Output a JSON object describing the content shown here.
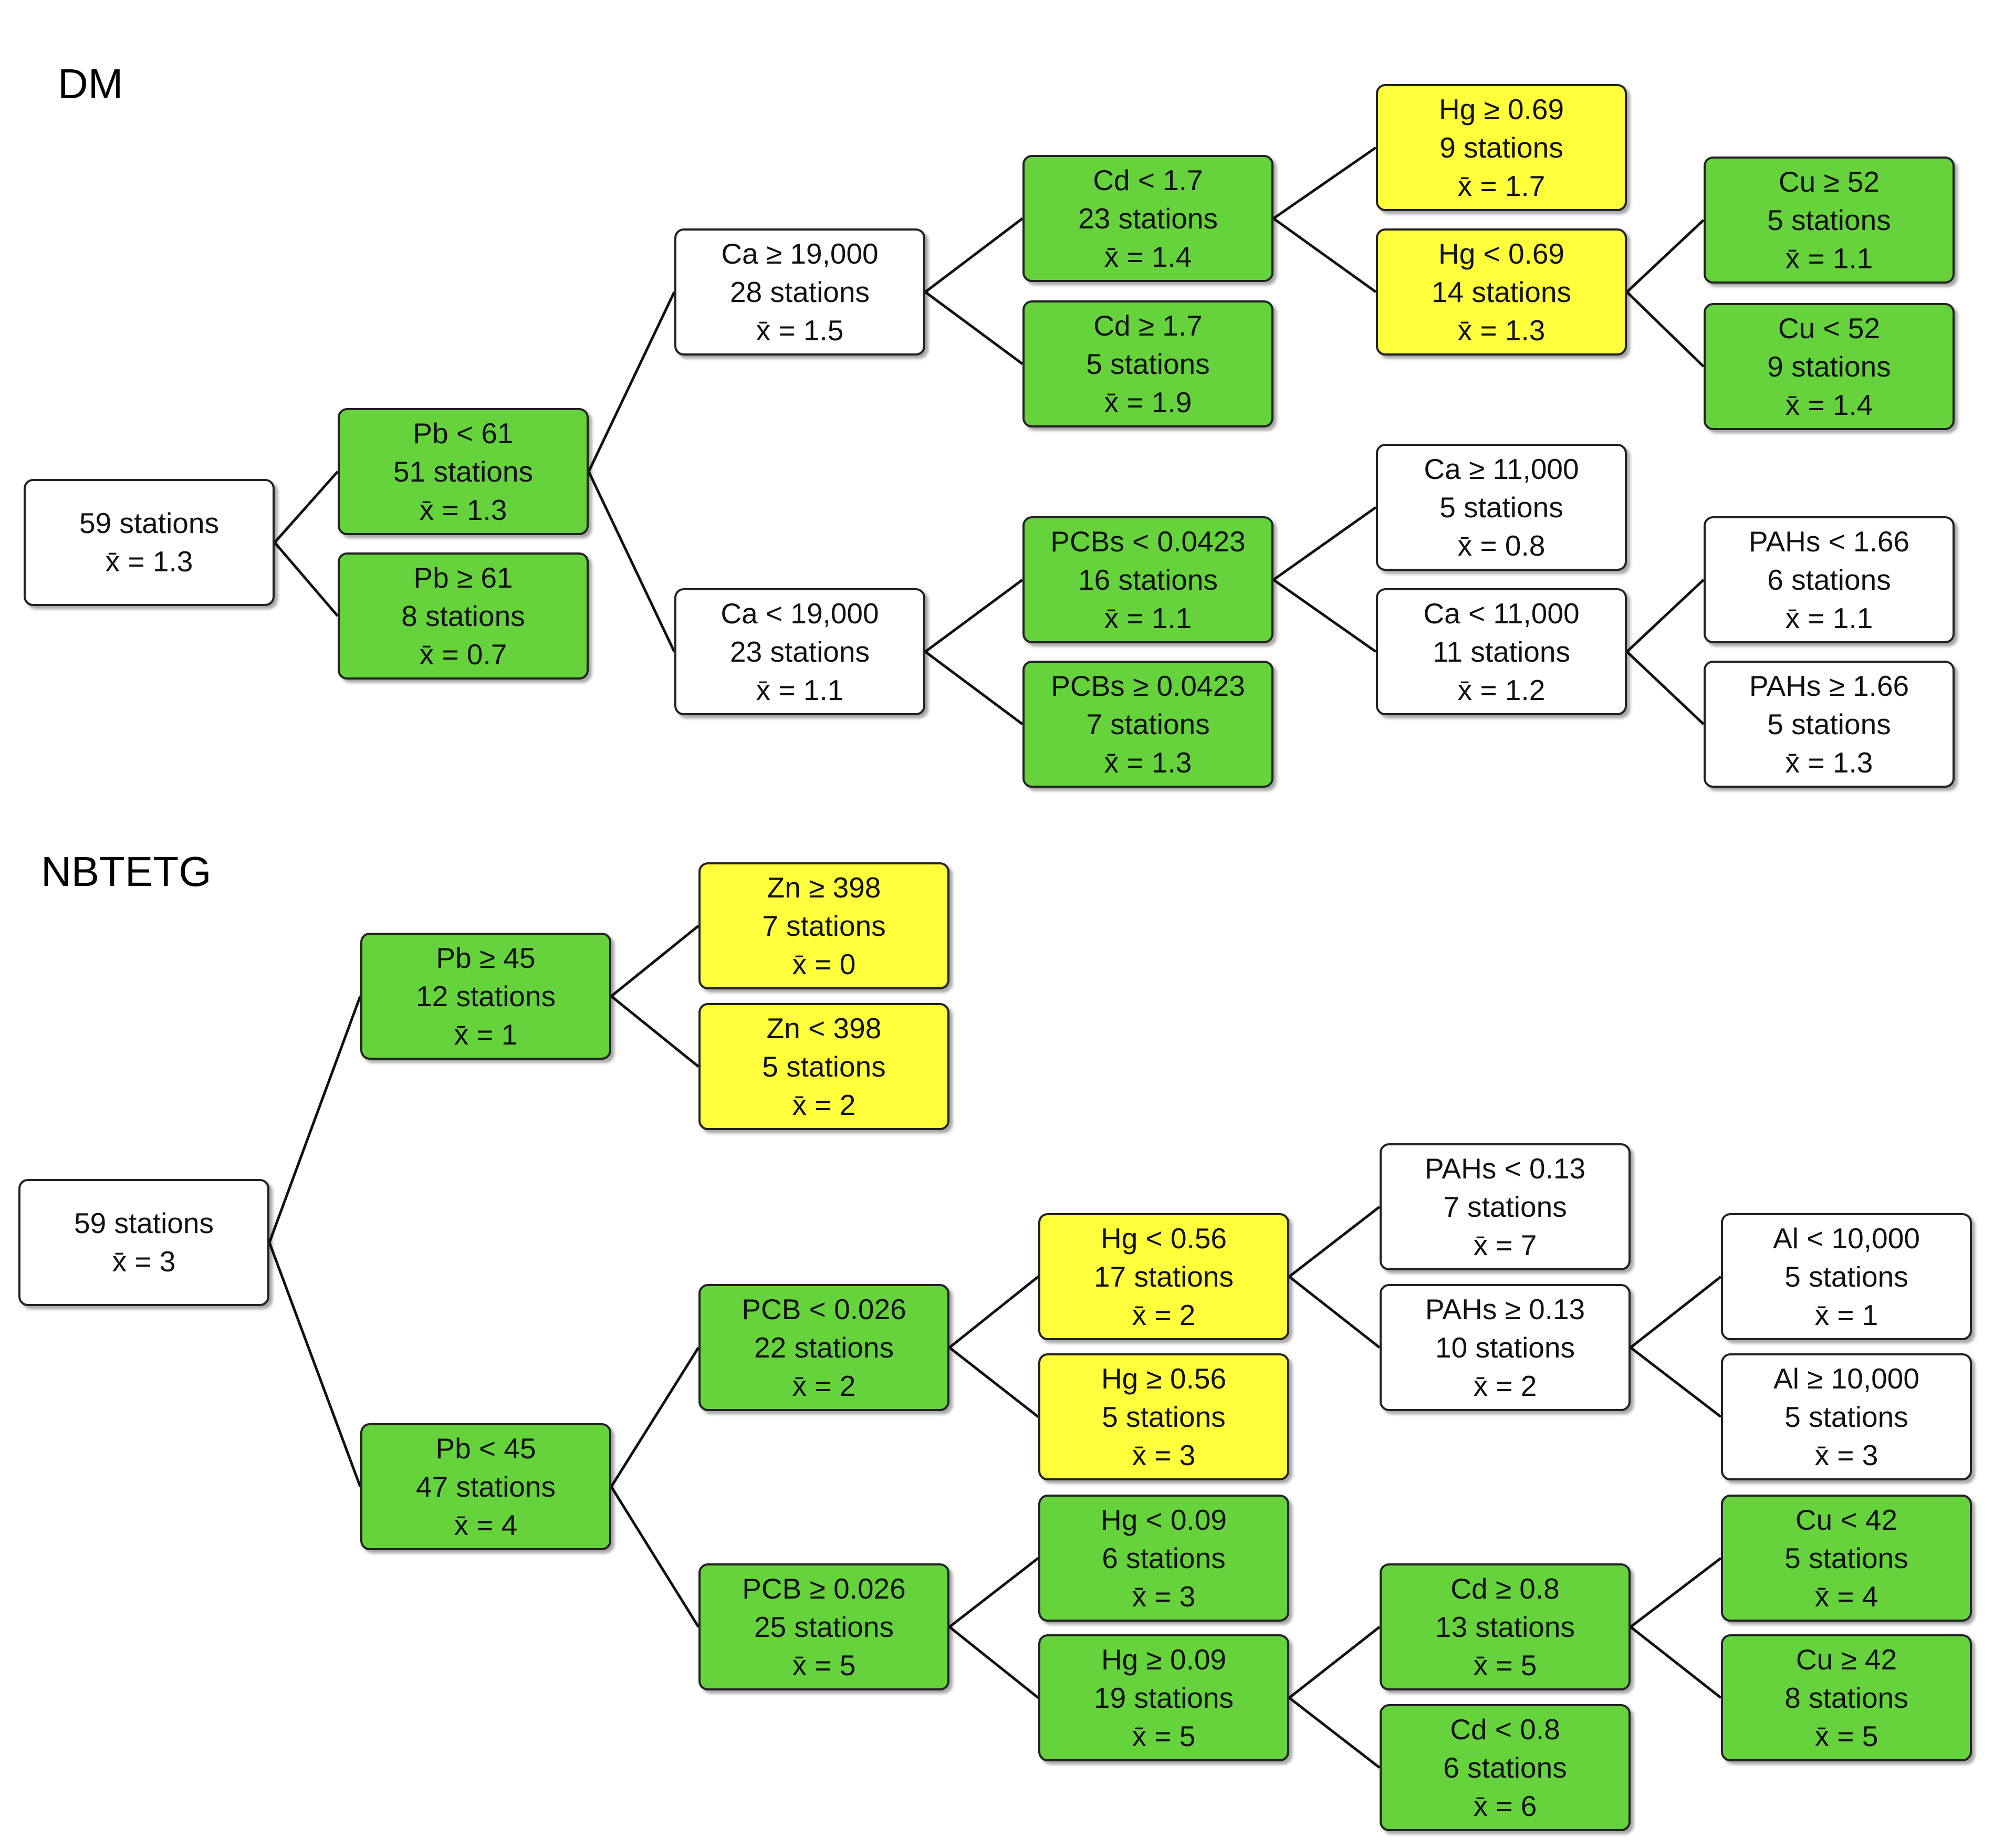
{
  "colors": {
    "green": "#66d33c",
    "yellow": "#ffff3c",
    "white": "#ffffff",
    "border": "#222222"
  },
  "trees": [
    {
      "title": "DM",
      "nodes": [
        {
          "id": "dm_root",
          "lines": [
            "59 stations",
            "x̄ = 1.3"
          ],
          "color": "white"
        },
        {
          "id": "dm_pb_lt",
          "lines": [
            "Pb < 61",
            "51 stations",
            "x̄ = 1.3"
          ],
          "color": "green"
        },
        {
          "id": "dm_pb_ge",
          "lines": [
            "Pb ≥ 61",
            "8 stations",
            "x̄ = 0.7"
          ],
          "color": "green"
        },
        {
          "id": "dm_ca_ge19",
          "lines": [
            "Ca ≥ 19,000",
            "28 stations",
            "x̄ = 1.5"
          ],
          "color": "white"
        },
        {
          "id": "dm_ca_lt19",
          "lines": [
            "Ca < 19,000",
            "23 stations",
            "x̄ = 1.1"
          ],
          "color": "white"
        },
        {
          "id": "dm_cd_lt",
          "lines": [
            "Cd < 1.7",
            "23 stations",
            "x̄ = 1.4"
          ],
          "color": "green"
        },
        {
          "id": "dm_cd_ge",
          "lines": [
            "Cd ≥ 1.7",
            "5 stations",
            "x̄ = 1.9"
          ],
          "color": "green"
        },
        {
          "id": "dm_pcb_lt",
          "lines": [
            "PCBs < 0.0423",
            "16 stations",
            "x̄ = 1.1"
          ],
          "color": "green"
        },
        {
          "id": "dm_pcb_ge",
          "lines": [
            "PCBs ≥ 0.0423",
            "7 stations",
            "x̄ = 1.3"
          ],
          "color": "green"
        },
        {
          "id": "dm_hg_ge",
          "lines": [
            "Hg ≥ 0.69",
            "9 stations",
            "x̄ = 1.7"
          ],
          "color": "yellow"
        },
        {
          "id": "dm_hg_lt",
          "lines": [
            "Hg < 0.69",
            "14 stations",
            "x̄ = 1.3"
          ],
          "color": "yellow"
        },
        {
          "id": "dm_ca_ge11",
          "lines": [
            "Ca ≥ 11,000",
            "5 stations",
            "x̄ = 0.8"
          ],
          "color": "white"
        },
        {
          "id": "dm_ca_lt11",
          "lines": [
            "Ca < 11,000",
            "11 stations",
            "x̄ = 1.2"
          ],
          "color": "white"
        },
        {
          "id": "dm_cu_ge",
          "lines": [
            "Cu ≥ 52",
            "5 stations",
            "x̄ = 1.1"
          ],
          "color": "green"
        },
        {
          "id": "dm_cu_lt",
          "lines": [
            "Cu < 52",
            "9 stations",
            "x̄ = 1.4"
          ],
          "color": "green"
        },
        {
          "id": "dm_pah_lt",
          "lines": [
            "PAHs < 1.66",
            "6 stations",
            "x̄ = 1.1"
          ],
          "color": "white"
        },
        {
          "id": "dm_pah_ge",
          "lines": [
            "PAHs ≥ 1.66",
            "5 stations",
            "x̄ = 1.3"
          ],
          "color": "white"
        }
      ],
      "edges": [
        [
          "dm_root",
          "dm_pb_lt"
        ],
        [
          "dm_root",
          "dm_pb_ge"
        ],
        [
          "dm_pb_lt",
          "dm_ca_ge19"
        ],
        [
          "dm_pb_lt",
          "dm_ca_lt19"
        ],
        [
          "dm_ca_ge19",
          "dm_cd_lt"
        ],
        [
          "dm_ca_ge19",
          "dm_cd_ge"
        ],
        [
          "dm_ca_lt19",
          "dm_pcb_lt"
        ],
        [
          "dm_ca_lt19",
          "dm_pcb_ge"
        ],
        [
          "dm_cd_lt",
          "dm_hg_ge"
        ],
        [
          "dm_cd_lt",
          "dm_hg_lt"
        ],
        [
          "dm_pcb_lt",
          "dm_ca_ge11"
        ],
        [
          "dm_pcb_lt",
          "dm_ca_lt11"
        ],
        [
          "dm_hg_lt",
          "dm_cu_ge"
        ],
        [
          "dm_hg_lt",
          "dm_cu_lt"
        ],
        [
          "dm_ca_lt11",
          "dm_pah_lt"
        ],
        [
          "dm_ca_lt11",
          "dm_pah_ge"
        ]
      ]
    },
    {
      "title": "NBTETG",
      "nodes": [
        {
          "id": "nb_root",
          "lines": [
            "59 stations",
            "x̄ = 3"
          ],
          "color": "white"
        },
        {
          "id": "nb_pb_ge",
          "lines": [
            "Pb ≥ 45",
            "12 stations",
            "x̄ = 1"
          ],
          "color": "green"
        },
        {
          "id": "nb_pb_lt",
          "lines": [
            "Pb < 45",
            "47 stations",
            "x̄ = 4"
          ],
          "color": "green"
        },
        {
          "id": "nb_zn_ge",
          "lines": [
            "Zn ≥ 398",
            "7 stations",
            "x̄ = 0"
          ],
          "color": "yellow"
        },
        {
          "id": "nb_zn_lt",
          "lines": [
            "Zn < 398",
            "5 stations",
            "x̄ = 2"
          ],
          "color": "yellow"
        },
        {
          "id": "nb_pcb_lt",
          "lines": [
            "PCB < 0.026",
            "22 stations",
            "x̄ = 2"
          ],
          "color": "green"
        },
        {
          "id": "nb_pcb_ge",
          "lines": [
            "PCB ≥ 0.026",
            "25 stations",
            "x̄ = 5"
          ],
          "color": "green"
        },
        {
          "id": "nb_hg_lt56",
          "lines": [
            "Hg < 0.56",
            "17 stations",
            "x̄ = 2"
          ],
          "color": "yellow"
        },
        {
          "id": "nb_hg_ge56",
          "lines": [
            "Hg ≥ 0.56",
            "5 stations",
            "x̄ = 3"
          ],
          "color": "yellow"
        },
        {
          "id": "nb_hg_lt09",
          "lines": [
            "Hg < 0.09",
            "6 stations",
            "x̄ = 3"
          ],
          "color": "green"
        },
        {
          "id": "nb_hg_ge09",
          "lines": [
            "Hg ≥ 0.09",
            "19 stations",
            "x̄ = 5"
          ],
          "color": "green"
        },
        {
          "id": "nb_pah_lt",
          "lines": [
            "PAHs < 0.13",
            "7 stations",
            "x̄ = 7"
          ],
          "color": "white"
        },
        {
          "id": "nb_pah_ge",
          "lines": [
            "PAHs ≥ 0.13",
            "10 stations",
            "x̄ = 2"
          ],
          "color": "white"
        },
        {
          "id": "nb_cd_ge",
          "lines": [
            "Cd ≥ 0.8",
            "13 stations",
            "x̄ = 5"
          ],
          "color": "green"
        },
        {
          "id": "nb_cd_lt",
          "lines": [
            "Cd < 0.8",
            "6 stations",
            "x̄ = 6"
          ],
          "color": "green"
        },
        {
          "id": "nb_al_lt",
          "lines": [
            "Al < 10,000",
            "5 stations",
            "x̄ = 1"
          ],
          "color": "white"
        },
        {
          "id": "nb_al_ge",
          "lines": [
            "Al ≥ 10,000",
            "5 stations",
            "x̄ = 3"
          ],
          "color": "white"
        },
        {
          "id": "nb_cu_lt",
          "lines": [
            "Cu < 42",
            "5 stations",
            "x̄ = 4"
          ],
          "color": "green"
        },
        {
          "id": "nb_cu_ge",
          "lines": [
            "Cu ≥ 42",
            "8 stations",
            "x̄ = 5"
          ],
          "color": "green"
        }
      ],
      "edges": [
        [
          "nb_root",
          "nb_pb_ge"
        ],
        [
          "nb_root",
          "nb_pb_lt"
        ],
        [
          "nb_pb_ge",
          "nb_zn_ge"
        ],
        [
          "nb_pb_ge",
          "nb_zn_lt"
        ],
        [
          "nb_pb_lt",
          "nb_pcb_lt"
        ],
        [
          "nb_pb_lt",
          "nb_pcb_ge"
        ],
        [
          "nb_pcb_lt",
          "nb_hg_lt56"
        ],
        [
          "nb_pcb_lt",
          "nb_hg_ge56"
        ],
        [
          "nb_pcb_ge",
          "nb_hg_lt09"
        ],
        [
          "nb_pcb_ge",
          "nb_hg_ge09"
        ],
        [
          "nb_hg_lt56",
          "nb_pah_lt"
        ],
        [
          "nb_hg_lt56",
          "nb_pah_ge"
        ],
        [
          "nb_hg_ge09",
          "nb_cd_ge"
        ],
        [
          "nb_hg_ge09",
          "nb_cd_lt"
        ],
        [
          "nb_pah_ge",
          "nb_al_lt"
        ],
        [
          "nb_pah_ge",
          "nb_al_ge"
        ],
        [
          "nb_cd_ge",
          "nb_cu_lt"
        ],
        [
          "nb_cd_ge",
          "nb_cu_ge"
        ]
      ]
    }
  ]
}
